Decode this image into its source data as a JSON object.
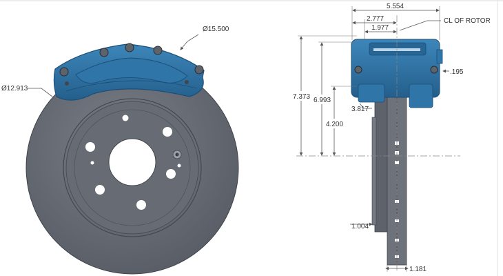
{
  "front_view": {
    "rotor_diameter_label": "Ø12.913",
    "caliper_diameter_label": "Ø15.500"
  },
  "side_view": {
    "overall_width": "5.554",
    "offset_2": "2.777",
    "offset_3": "1.977",
    "centerline_label": "CL OF ROTOR",
    "height_overall": "7.373",
    "height_2": "6.993",
    "height_3": "4.200",
    "caliper_clearance": "3.817",
    "side_offset": ".195",
    "hat_offset": "1.004",
    "rotor_thickness": "1.181"
  },
  "colors": {
    "caliper": "#2a6fa0",
    "caliper_dark": "#1f5883",
    "rotor": "#6b6f78",
    "rotor_dark": "#4f535b",
    "background": "#ffffff"
  }
}
